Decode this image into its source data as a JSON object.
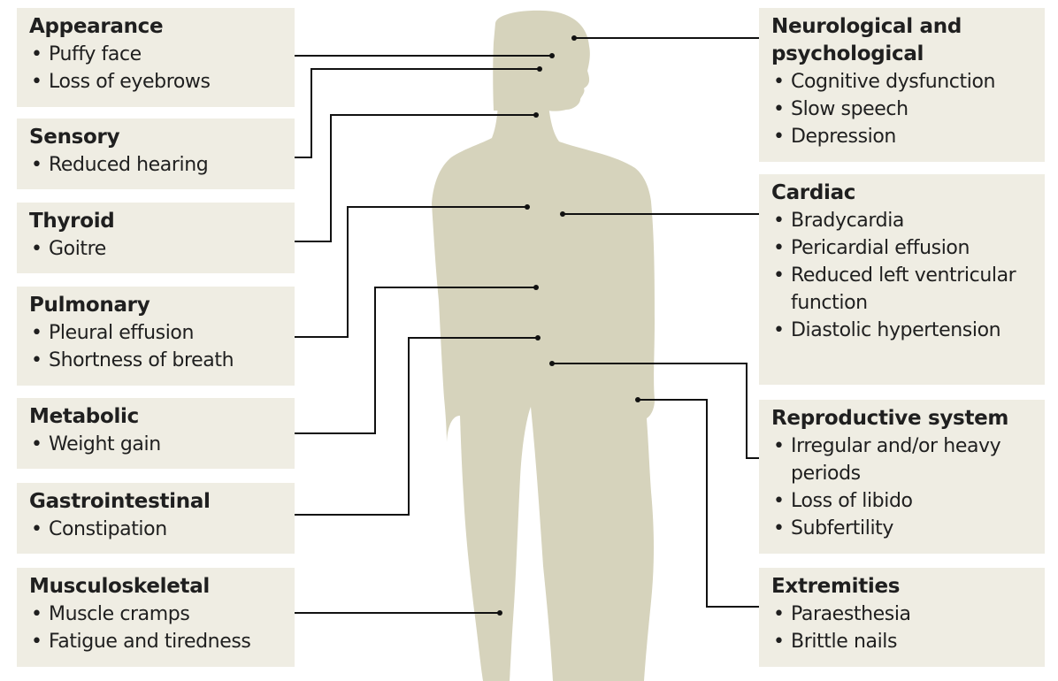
{
  "colors": {
    "body": "#d6d3bc",
    "box_bg": "#efede3",
    "line": "#111111",
    "text": "#1f1f1f"
  },
  "boxes": [
    {
      "id": "appearance",
      "title": "Appearance",
      "items": [
        "Puffy face",
        "Loss of eyebrows"
      ]
    },
    {
      "id": "sensory",
      "title": "Sensory",
      "items": [
        "Reduced hearing"
      ]
    },
    {
      "id": "thyroid",
      "title": "Thyroid",
      "items": [
        "Goitre"
      ]
    },
    {
      "id": "pulmonary",
      "title": "Pulmonary",
      "items": [
        "Pleural effusion",
        "Shortness of breath"
      ]
    },
    {
      "id": "metabolic",
      "title": "Metabolic",
      "items": [
        "Weight gain"
      ]
    },
    {
      "id": "gastrointestinal",
      "title": "Gastrointestinal",
      "items": [
        "Constipation"
      ]
    },
    {
      "id": "musculoskeletal",
      "title": "Musculoskeletal",
      "items": [
        "Muscle cramps",
        "Fatigue and tiredness"
      ]
    },
    {
      "id": "neurological",
      "title": "Neurological and psychological",
      "items": [
        "Cognitive dysfunction",
        "Slow speech",
        "Depression"
      ]
    },
    {
      "id": "cardiac",
      "title": "Cardiac",
      "items": [
        "Bradycardia",
        "Pericardial effusion",
        "Reduced left ventricular function",
        "Diastolic hypertension"
      ]
    },
    {
      "id": "reproductive",
      "title": "Reproductive system",
      "items": [
        "Irregular and/or heavy periods",
        "Loss of libido",
        "Subfertility"
      ]
    },
    {
      "id": "extremities",
      "title": "Extremities",
      "items": [
        "Paraesthesia",
        "Brittle nails"
      ]
    }
  ]
}
